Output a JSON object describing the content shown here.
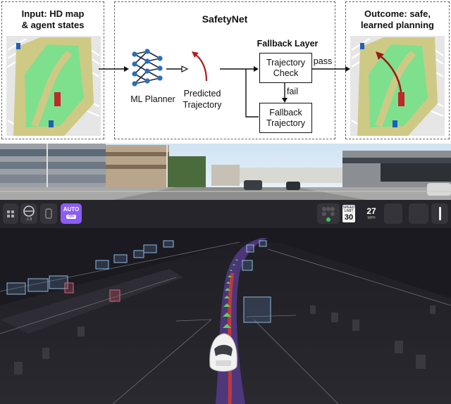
{
  "diagram": {
    "input_title_line1": "Input: HD map",
    "input_title_line2": "& agent states",
    "safetynet_title": "SafetyNet",
    "ml_planner_label": "ML Planner",
    "predicted_line1": "Predicted",
    "predicted_line2": "Trajectory",
    "fallback_layer_title": "Fallback Layer",
    "check_line1": "Trajectory",
    "check_line2": "Check",
    "fallback_line1": "Fallback",
    "fallback_line2": "Trajectory",
    "pass_label": "pass",
    "fail_label": "fail",
    "outcome_line1": "Outcome: safe,",
    "outcome_line2": "learned planning"
  },
  "hud": {
    "auto_label": "AUTO",
    "auto_mode": "ON",
    "dial_value": "-1.8",
    "speed_limit_text": "SPEED LIMIT",
    "speed_limit_value": "30",
    "current_speed": "27",
    "speed_unit": "MPH"
  },
  "colors": {
    "planned_path": "#8b5cf6",
    "path_chevrons": "#5fd35f",
    "accent_arrow": "#b01e1e",
    "ego_block": "#d63a2f",
    "drivable_green": "#7ee08c",
    "lane_tan": "#cfc986"
  }
}
